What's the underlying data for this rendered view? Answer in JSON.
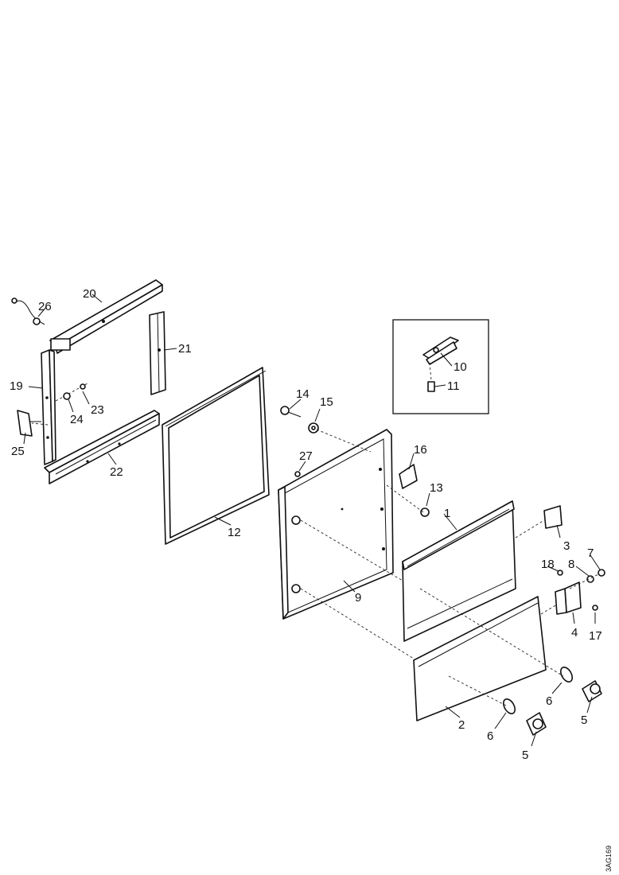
{
  "drawing_id": "3AG169",
  "callouts": {
    "p1": "1",
    "p2": "2",
    "p3": "3",
    "p4": "4",
    "p5a": "5",
    "p5b": "5",
    "p6a": "6",
    "p6b": "6",
    "p7": "7",
    "p8": "8",
    "p9": "9",
    "p10": "10",
    "p11": "11",
    "p12": "12",
    "p13": "13",
    "p14": "14",
    "p15": "15",
    "p16": "16",
    "p17": "17",
    "p18": "18",
    "p19": "19",
    "p20": "20",
    "p21": "21",
    "p22": "22",
    "p23": "23",
    "p24": "24",
    "p25": "25",
    "p26": "26",
    "p27": "27"
  }
}
